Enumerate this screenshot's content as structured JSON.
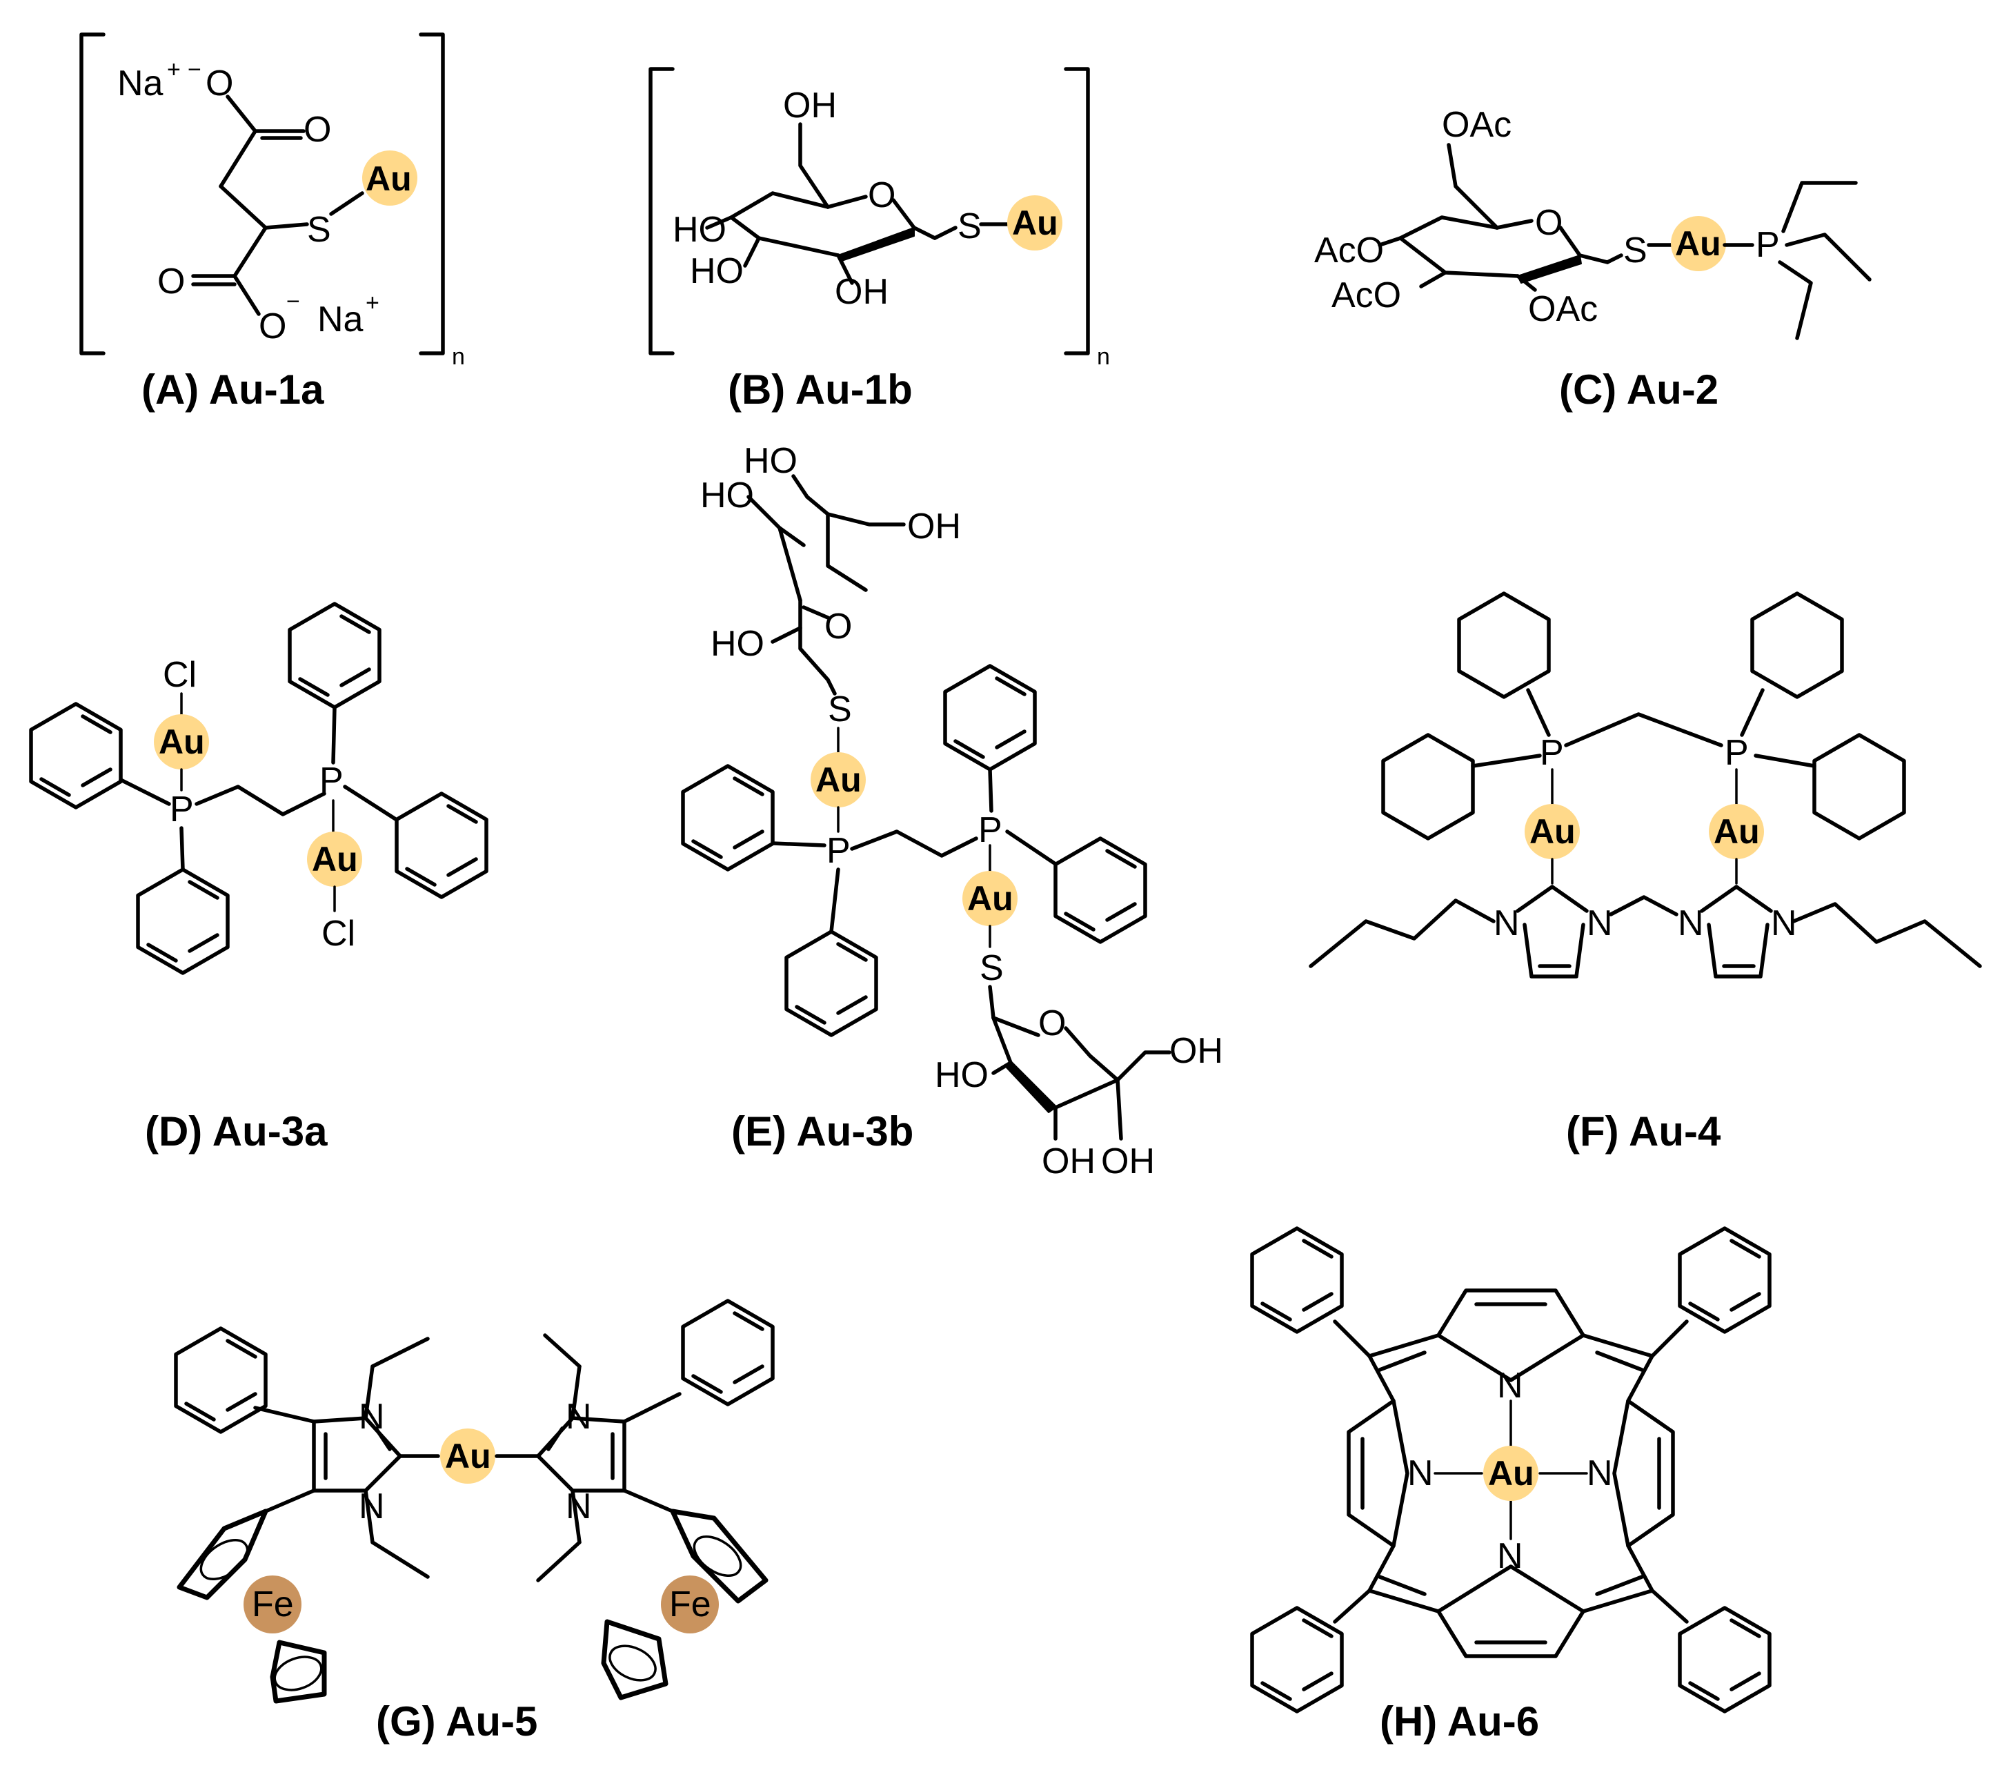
{
  "panels": {
    "A": {
      "caption": "(A) Au-1a",
      "na_top": "Na",
      "na_bottom": "Na",
      "plus": "+",
      "minus": "−",
      "o1": "O",
      "o2": "O",
      "o3": "O",
      "o4": "O",
      "s": "S",
      "au": "Au",
      "n": "n"
    },
    "B": {
      "caption": "(B) Au-1b",
      "oh_top": "OH",
      "ho1": "HO",
      "ho2": "HO",
      "oh_bottom": "OH",
      "o_ring": "O",
      "s": "S",
      "au": "Au",
      "n": "n"
    },
    "C": {
      "caption": "(C) Au-2",
      "oac_top": "OAc",
      "aco1": "AcO",
      "aco2": "AcO",
      "oac_bottom": "OAc",
      "o_ring": "O",
      "s": "S",
      "au": "Au",
      "p": "P"
    },
    "D": {
      "caption": "(D) Au-3a",
      "cl1": "Cl",
      "cl2": "Cl",
      "au1": "Au",
      "au2": "Au",
      "p1": "P",
      "p2": "P"
    },
    "E": {
      "caption": "(E) Au-3b",
      "ho_a": "HO",
      "ho_b": "HO",
      "oh_c": "OH",
      "ho_d": "HO",
      "o_ring1": "O",
      "s1": "S",
      "au1": "Au",
      "p1": "P",
      "p2": "P",
      "au2": "Au",
      "s2": "S",
      "o_ring2": "O",
      "ho_e": "HO",
      "oh_f": "OH",
      "oh_g": "OH",
      "oh_h": "OH"
    },
    "F": {
      "caption": "(F) Au-4",
      "p1": "P",
      "p2": "P",
      "au1": "Au",
      "au2": "Au",
      "n1": "N",
      "n2": "N",
      "n3": "N",
      "n4": "N"
    },
    "G": {
      "caption": "(G) Au-5",
      "au": "Au",
      "n1": "N",
      "n2": "N",
      "n3": "N",
      "n4": "N",
      "fe1": "Fe",
      "fe2": "Fe"
    },
    "H": {
      "caption": "(H) Au-6",
      "au": "Au",
      "n_top": "N",
      "n_left": "N",
      "n_right": "N",
      "n_bottom": "N"
    }
  },
  "colors": {
    "gold_highlight": "#ffd98a",
    "iron_highlight": "#c9935e",
    "ink": "#000000"
  }
}
